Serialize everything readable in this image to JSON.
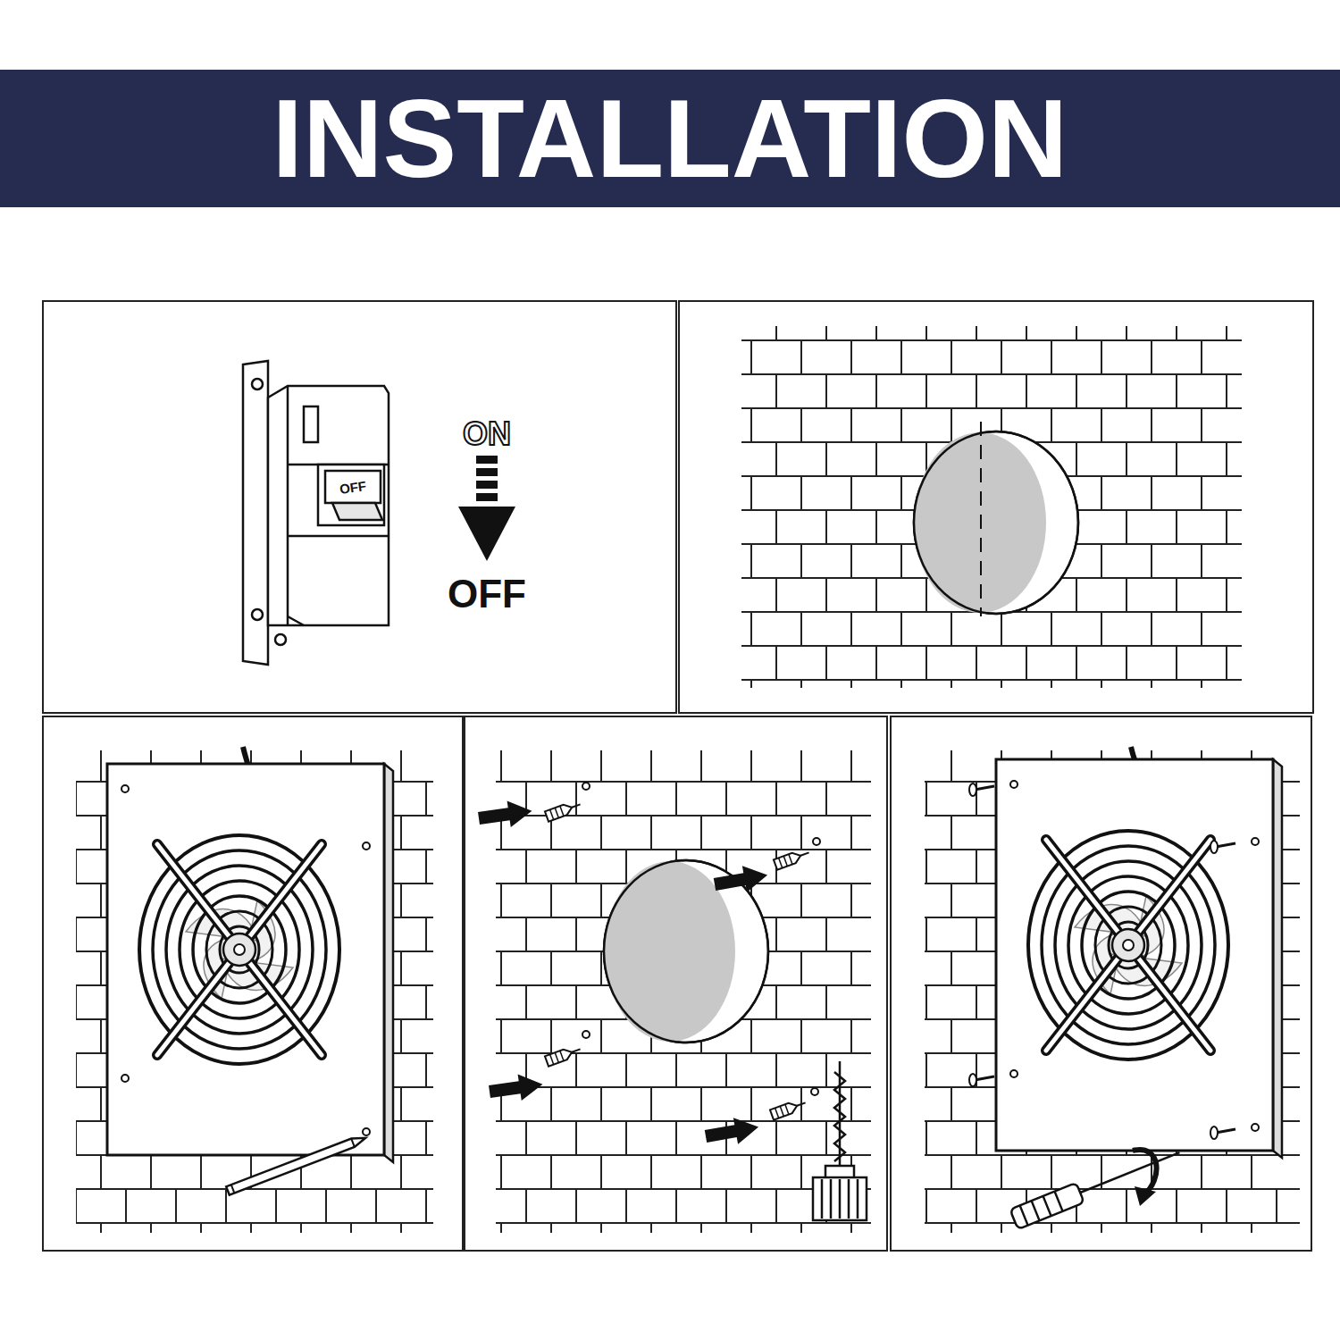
{
  "diagram": {
    "title": "INSTALLATION",
    "labels": [
      "OFF",
      "ON",
      "OFF"
    ]
  }
}
